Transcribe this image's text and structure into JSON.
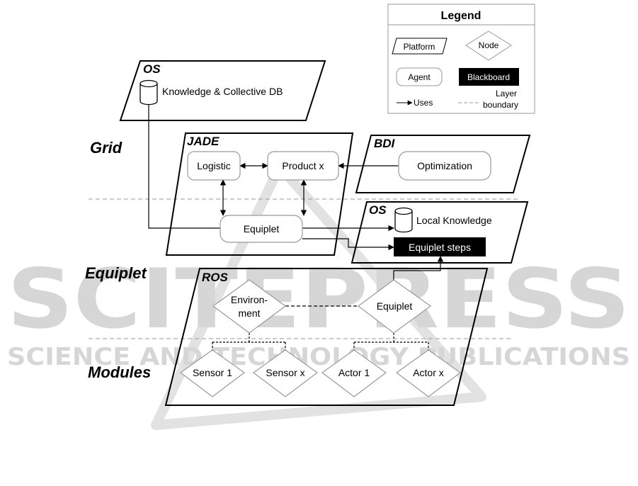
{
  "watermark": {
    "title": "SCITEPRESS",
    "subtitle": "SCIENCE AND TECHNOLOGY PUBLICATIONS"
  },
  "legend": {
    "title": "Legend",
    "platform": "Platform",
    "node": "Node",
    "agent": "Agent",
    "blackboard": "Blackboard",
    "uses": "Uses",
    "layer_boundary_line1": "Layer",
    "layer_boundary_line2": "boundary"
  },
  "layers": {
    "grid": "Grid",
    "equiplet": "Equiplet",
    "modules": "Modules"
  },
  "platforms": {
    "os_top": "OS",
    "jade": "JADE",
    "bdi": "BDI",
    "os_right": "OS",
    "ros": "ROS"
  },
  "databases": {
    "knowledge": "Knowledge & Collective DB",
    "local": "Local Knowledge"
  },
  "agents": {
    "logistic": "Logistic",
    "product": "Product x",
    "optimization": "Optimization",
    "equiplet": "Equiplet"
  },
  "blackboard": {
    "equiplet_steps": "Equiplet steps"
  },
  "nodes": {
    "environment_line1": "Environ-",
    "environment_line2": "ment",
    "equiplet": "Equiplet",
    "sensor1": "Sensor 1",
    "sensorx": "Sensor x",
    "actor1": "Actor 1",
    "actorx": "Actor x"
  }
}
